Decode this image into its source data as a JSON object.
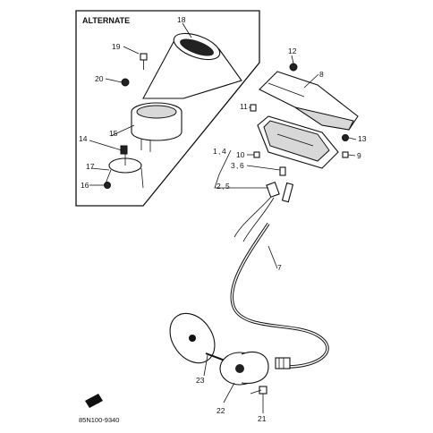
{
  "alternate_title": "ALTERNATE",
  "drawing_code": "85N100-9340",
  "callouts": {
    "c1": "1",
    "c2": "2",
    "c3": "3",
    "c4": "4",
    "c5": "5",
    "c6": "6",
    "c7": "7",
    "c8": "8",
    "c9": "9",
    "c10": "10",
    "c11": "11",
    "c12": "12",
    "c13": "13",
    "c14": "14",
    "c15": "15",
    "c16": "16",
    "c17": "17",
    "c18": "18",
    "c19": "19",
    "c20": "20",
    "c21": "21",
    "c22": "22",
    "c23": "23"
  },
  "fwd_icon_label": "FWD",
  "colors": {
    "ink": "#111111",
    "paper": "#ffffff",
    "shade": "#d8d8d8"
  }
}
